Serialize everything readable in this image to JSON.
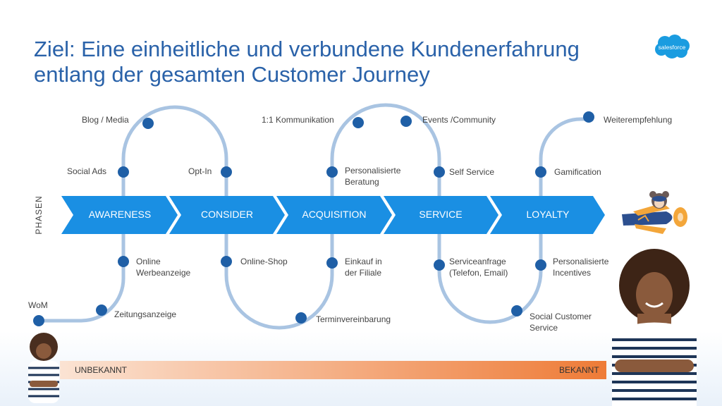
{
  "title": {
    "line1": "Ziel: Eine einheitliche und verbundene Kundenerfahrung",
    "line2": "entlang der gesamten Customer Journey"
  },
  "logo": {
    "text": "salesforce"
  },
  "side_label": "PHASEN",
  "phases": [
    "AWARENESS",
    "CONSIDER",
    "ACQUISITION",
    "SERVICE",
    "LOYALTY"
  ],
  "touchpoints": {
    "wom": "WoM",
    "zeitung": "Zeitungsanzeige",
    "online_werbung": [
      "Online",
      "Werbeanzeige"
    ],
    "social_ads": "Social Ads",
    "blog_media": "Blog /  Media",
    "opt_in": "Opt-In",
    "online_shop": "Online-Shop",
    "termin": "Terminvereinbarung",
    "einkauf": [
      "Einkauf in",
      "der Filiale"
    ],
    "personalisierte_beratung": [
      "Personalisierte",
      "Beratung"
    ],
    "kommunikation": "1:1 Kommunikation",
    "events": "Events /Community",
    "self_service": "Self Service",
    "serviceanfrage": [
      "Serviceanfrage",
      "(Telefon, Email)"
    ],
    "social_customer_service": [
      "Social Customer",
      "Service"
    ],
    "personalisierte_incentives": [
      "Personalisierte",
      "Incentives"
    ],
    "gamification": "Gamification",
    "weiterempfehlung": "Weiterempfehlung"
  },
  "bar": {
    "left_label": "UNBEKANNT",
    "right_label": "BEKANNT"
  },
  "colors": {
    "title": "#2a62a9",
    "chevron": "#1a8fe3",
    "path": "#a9c4e2",
    "dot": "#1f5fa6",
    "bar_start": "#fbe3d3",
    "bar_end": "#ee7b37",
    "logo": "#1a9ce0"
  }
}
